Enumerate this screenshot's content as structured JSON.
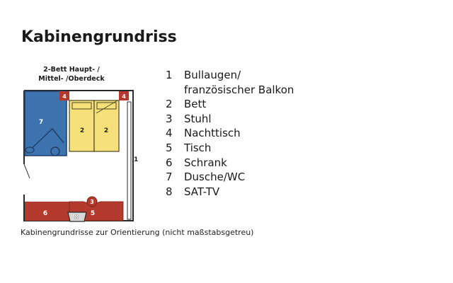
{
  "title": "Kabinengrundriss",
  "plan_caption": [
    "2-Bett Haupt- /",
    "Mittel- /Oberdeck"
  ],
  "plan_labels": {
    "shower": "7",
    "nightstand_left": "4",
    "nightstand_right": "4",
    "bed_left": "2",
    "bed_right": "2",
    "window": "1",
    "chair": "3",
    "cabinet": "6",
    "table": "5",
    "tv": "8"
  },
  "legend": [
    {
      "num": "1",
      "lines": [
        "Bullaugen/",
        "französischer Balkon"
      ]
    },
    {
      "num": "2",
      "lines": [
        "Bett"
      ]
    },
    {
      "num": "3",
      "lines": [
        "Stuhl"
      ]
    },
    {
      "num": "4",
      "lines": [
        "Nachttisch"
      ]
    },
    {
      "num": "5",
      "lines": [
        "Tisch"
      ]
    },
    {
      "num": "6",
      "lines": [
        "Schrank"
      ]
    },
    {
      "num": "7",
      "lines": [
        "Dusche/WC"
      ]
    },
    {
      "num": "8",
      "lines": [
        "SAT-TV"
      ]
    }
  ],
  "note": "Kabinengrundrisse zur Orientierung (nicht maßstabsgetreu)",
  "colors": {
    "blue": "#3d74b0",
    "yellow": "#f5e07a",
    "red": "#b33a2c",
    "outline": "#2a2a2a"
  }
}
